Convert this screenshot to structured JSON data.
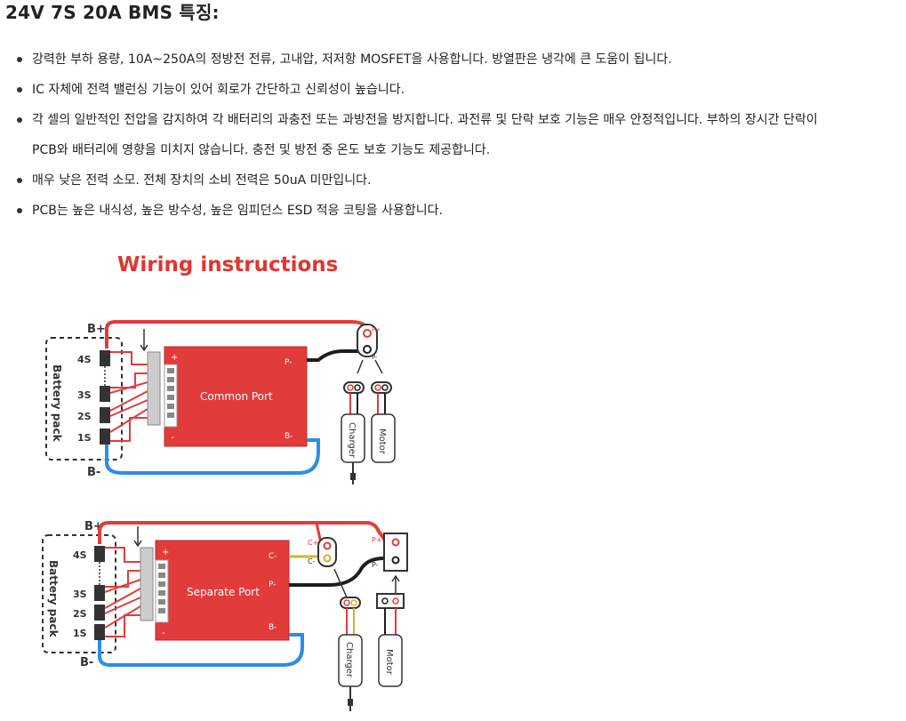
{
  "heading": "24V 7S 20A BMS 특징:",
  "bullets": [
    {
      "l1": "강력한 부하 용량, 10A~250A의 정방전 전류, 고내압, 저저항 MOSFET을 사용합니다. 방열판은 냉각에 큰 도움이 됩니다.",
      "l2": ""
    },
    {
      "l1": "IC 자체에 전력 밸런싱 기능이 있어 회로가 간단하고 신뢰성이 높습니다.",
      "l2": ""
    },
    {
      "l1": "각 셀의 일반적인 전압을 감지하여 각 배터리의 과충전 또는 과방전을 방지합니다. 과전류 및 단락 보호 기능은 매우 안정적입니다. 부하의 장시간 단락이",
      "l2": "PCB와 배터리에 영향을 미치지 않습니다. 충전 및 방전 중 온도 보호 기능도 제공합니다."
    },
    {
      "l1": "매우 낮은 전력 소모. 전체 장치의 소비 전력은 50uA 미만입니다.",
      "l2": ""
    },
    {
      "l1": "PCB는 높은 내식성, 높은 방수성, 높은 임피던스 ESD 적응 코팅을 사용합니다.",
      "l2": ""
    }
  ],
  "figure": {
    "title": "Wiring instructions",
    "title_color": "#e3342f",
    "board_color": "#e13b3b",
    "wire_red": "#e43b3b",
    "wire_black": "#1e1e1e",
    "wire_blue": "#2a8ee6",
    "wire_yellow": "#d4b630",
    "common": {
      "battery_label": "Battery pack",
      "b_plus": "B+",
      "b_minus": "B-",
      "cells": [
        "4S",
        "3S",
        "2S",
        "1S"
      ],
      "board_label": "Common Port",
      "plus": "+",
      "minus": "-",
      "p_minus": "P-",
      "b_minus_pin": "B-",
      "conn_p_plus": "P+",
      "conn_p_minus": "P-",
      "charger": "Charger",
      "motor": "Motor"
    },
    "separate": {
      "battery_label": "Battery pack",
      "b_plus": "B+",
      "b_minus": "B-",
      "cells": [
        "4S",
        "3S",
        "2S",
        "1S"
      ],
      "board_label": "Separate Port",
      "plus": "+",
      "minus": "-",
      "c_minus": "C-",
      "p_minus": "P-",
      "b_minus_pin": "B-",
      "c_plus_conn": "C+",
      "c_minus_conn": "C-",
      "p_plus_conn": "P+",
      "p_minus_conn": "P-",
      "charger": "Charger",
      "motor": "Motor"
    }
  }
}
